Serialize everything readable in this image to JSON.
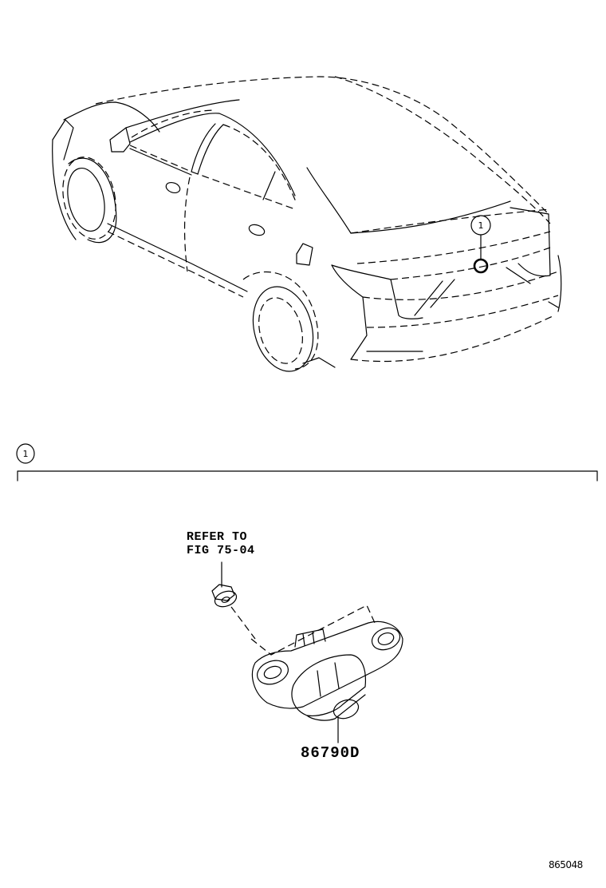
{
  "diagram": {
    "type": "parts-illustration",
    "subject": "rear view camera location on sedan",
    "vehicle_callout": {
      "number": "1"
    },
    "section": {
      "callout_number": "1",
      "reference_note": {
        "line1": "REFER TO",
        "line2": "FIG 75-04"
      },
      "part_number": "86790D"
    },
    "illustration_code": "865048",
    "colors": {
      "line": "#000000",
      "background": "#ffffff"
    }
  }
}
